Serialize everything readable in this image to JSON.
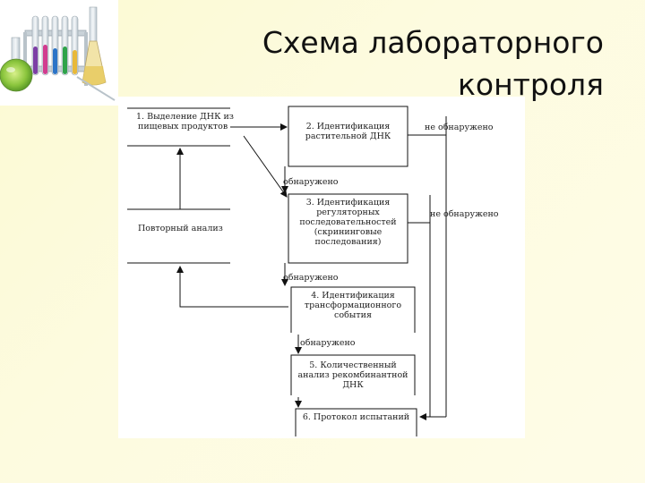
{
  "slide": {
    "title_line1": "Схема лабораторного",
    "title_line2": "контроля",
    "logo_icon": "lab-flasks-icon"
  },
  "flowchart": {
    "step1": {
      "line1": "1. Выделение ДНК из",
      "line2": "пищевых продуктов"
    },
    "repeat_analysis": "Повторный анализ",
    "step2": {
      "line1": "2. Идентификация",
      "line2": "растительной ДНК"
    },
    "step3": {
      "line1": "3. Идентификация",
      "line2": "регуляторных",
      "line3": "последовательностей",
      "line4": "(скрининговые",
      "line5": "последования)"
    },
    "step4": {
      "line1": "4. Идентификация",
      "line2": "трансформационного",
      "line3": "события"
    },
    "step5": {
      "line1": "5. Количественный",
      "line2": "анализ рекомбинантной",
      "line3": "ДНК"
    },
    "step6": "6. Протокол испытаний",
    "label_detected": "обнаружено",
    "label_not_detected": "не обнаружено"
  },
  "colors": {
    "line": "#111111",
    "title": "#111111"
  }
}
